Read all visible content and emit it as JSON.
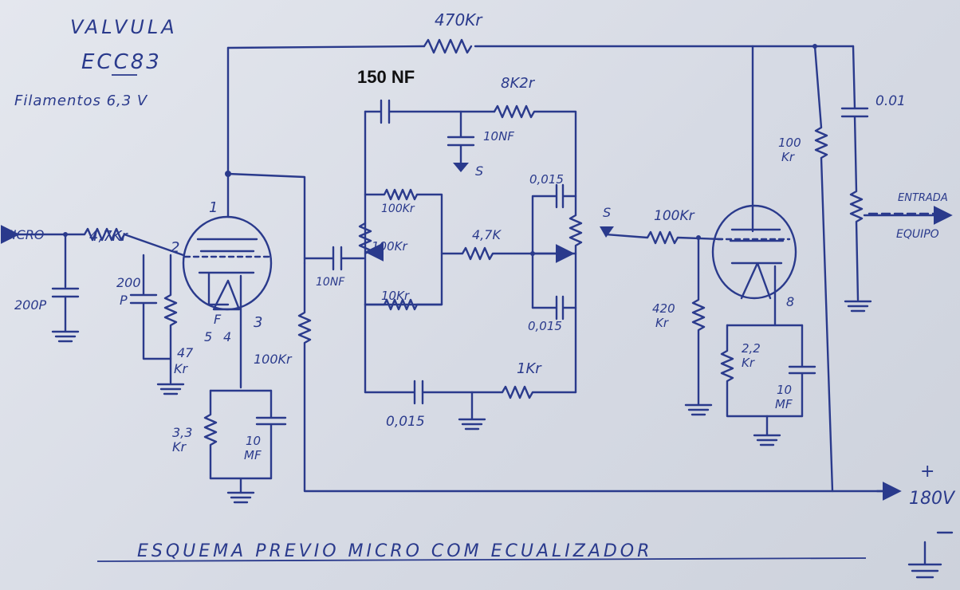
{
  "header": {
    "tube_line": "VALVULA",
    "model": "ECC83",
    "filament": "Filamentos 6,3 V"
  },
  "labels": {
    "r_feedback": "470Kr",
    "c_150": "150 NF",
    "r_8k2": "8K2r",
    "c_10nf_top": "10NF",
    "s_top": "S",
    "micro": "MICRO",
    "r_4k7_in": "4,7Kr",
    "pin2": "2",
    "pin1": "1",
    "pin3": "3",
    "pin5": "5",
    "pin4": "4",
    "pinF": "F",
    "c_200p_a": "200P",
    "c_200p_b": "200",
    "c_200p_b2": "P",
    "r_47k": "47",
    "r_47k_unit": "Kr",
    "r_100k_plate": "100Kr",
    "r_3k3": "3,3",
    "r_3k3_unit": "Kr",
    "c_10mf_a": "10",
    "c_10mf_a_unit": "MF",
    "c_10nf_coupling": "10NF",
    "r_100k_top": "100Kr",
    "pot_100k": "100Kr",
    "r_4k7_mid": "4,7K",
    "r_10k": "10Kr",
    "c_0015_a": "0,015",
    "c_0015_b": "0,015",
    "r_1k": "1Kr",
    "c_0015_c": "0,015",
    "s_mid": "S",
    "r_100k_in2": "100Kr",
    "r_420k": "420",
    "r_420k_unit": "Kr",
    "pin8": "8",
    "r_2k2": "2,2",
    "r_2k2_unit": "Kr",
    "c_10mf_b": "10",
    "c_10mf_b_unit": "MF",
    "r_100k_right": "100",
    "r_100k_right_unit": "Kr",
    "c_001": "0.01",
    "entrada": "ENTRADA",
    "equipo": "EQUIPO",
    "plus": "+",
    "supply": "180V",
    "title": "ESQUEMA PREVIO MICRO COM ECUALIZADOR"
  },
  "colors": {
    "ink": "#2a3a8c",
    "paper": "#dde1e9"
  }
}
